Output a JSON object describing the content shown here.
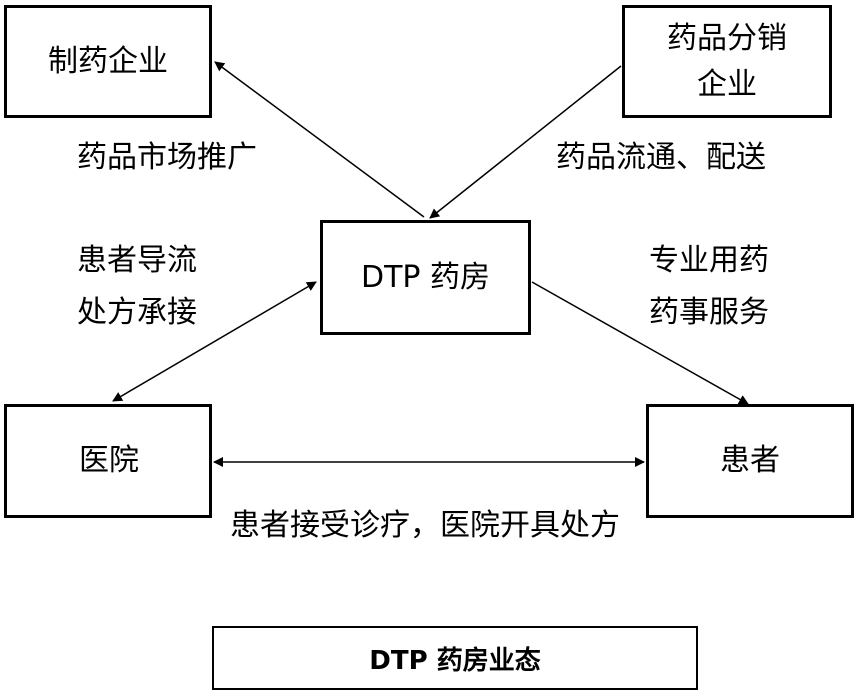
{
  "nodes": {
    "manufacturer": "制药企业",
    "distributor_line1": "药品分销",
    "distributor_line2": "企业",
    "pharmacy": "DTP 药房",
    "hospital": "医院",
    "patient": "患者"
  },
  "edges": {
    "pharmacy_to_manufacturer": "药品市场推广",
    "distributor_to_pharmacy": "药品流通、配送",
    "hospital_pharmacy_line1": "患者导流",
    "hospital_pharmacy_line2": "处方承接",
    "pharmacy_to_patient_line1": "专业用药",
    "pharmacy_to_patient_line2": "药事服务",
    "hospital_patient": "患者接受诊疗，医院开具处方"
  },
  "caption": "DTP 药房业态"
}
